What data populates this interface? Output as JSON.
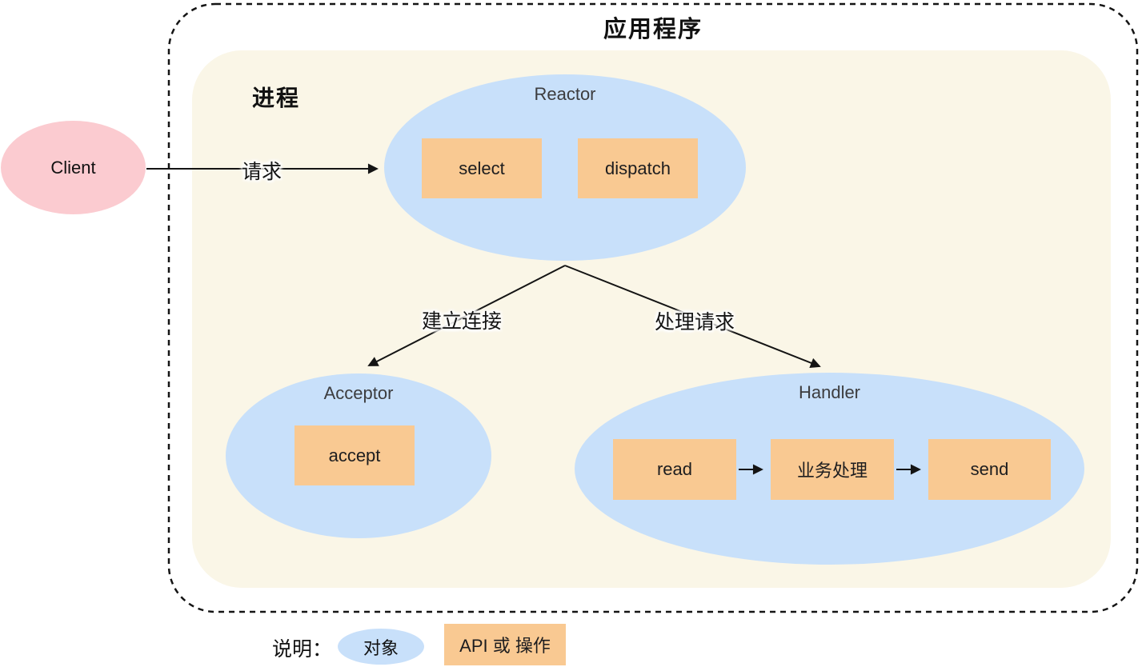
{
  "colors": {
    "background": "#ffffff",
    "process_fill": "#faf6e7",
    "object_fill": "#c8e0fa",
    "api_fill": "#f9c992",
    "client_fill": "#fbcbd0",
    "border": "#141414",
    "ellipse_label": "#3c3c3e",
    "text": "#111111"
  },
  "application": {
    "title": "应用程序"
  },
  "process": {
    "label": "进程"
  },
  "client": {
    "label": "Client"
  },
  "reactor": {
    "label": "Reactor",
    "select_label": "select",
    "dispatch_label": "dispatch"
  },
  "acceptor": {
    "label": "Acceptor",
    "accept_label": "accept"
  },
  "handler": {
    "label": "Handler",
    "read_label": "read",
    "business_label": "业务处理",
    "send_label": "send"
  },
  "edges": {
    "request": "请求",
    "establish_connection": "建立连接",
    "handle_request": "处理请求"
  },
  "legend": {
    "caption": "说明：",
    "object_label": "对象",
    "api_label": "API 或 操作"
  }
}
